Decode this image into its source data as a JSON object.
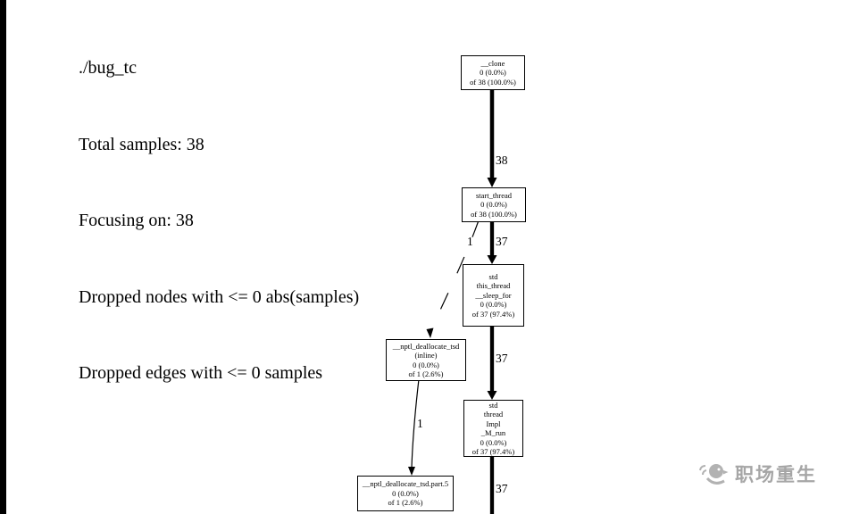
{
  "header": {
    "lines": [
      "./bug_tc",
      "Total samples: 38",
      "Focusing on: 38",
      "Dropped nodes with <= 0 abs(samples)",
      "Dropped edges with <= 0 samples"
    ]
  },
  "graph": {
    "nodes": {
      "clone": {
        "lines": [
          "__clone",
          "0 (0.0%)",
          "of 38 (100.0%)"
        ]
      },
      "start_thread": {
        "lines": [
          "start_thread",
          "0 (0.0%)",
          "of 38 (100.0%)"
        ]
      },
      "sleep_for": {
        "lines": [
          "std",
          "this_thread",
          "__sleep_for",
          "0 (0.0%)",
          "of 37 (97.4%)"
        ]
      },
      "nptl_deallocate_tsd_inline": {
        "lines": [
          "__nptl_deallocate_tsd",
          "(inline)",
          "0 (0.0%)",
          "of 1 (2.6%)"
        ]
      },
      "thread_impl_m_run": {
        "lines": [
          "std",
          "thread",
          "Impl",
          "_M_run",
          "0 (0.0%)",
          "of 37 (97.4%)"
        ]
      },
      "nptl_deallocate_tsd_part5": {
        "lines": [
          "__nptl_deallocate_tsd.part.5",
          "0 (0.0%)",
          "of 1 (2.6%)"
        ]
      }
    },
    "edges": {
      "clone_to_start_thread": "38",
      "start_thread_to_sleep_for": "37",
      "start_thread_to_nptl_inline": "1",
      "sleep_for_to_m_run": "37",
      "nptl_inline_to_part5": "1",
      "m_run_down": "37"
    }
  },
  "watermark": {
    "text": "职场重生"
  },
  "colors": {
    "edge": "#000000",
    "node_border": "#000000",
    "watermark": "#a6a6a6"
  }
}
